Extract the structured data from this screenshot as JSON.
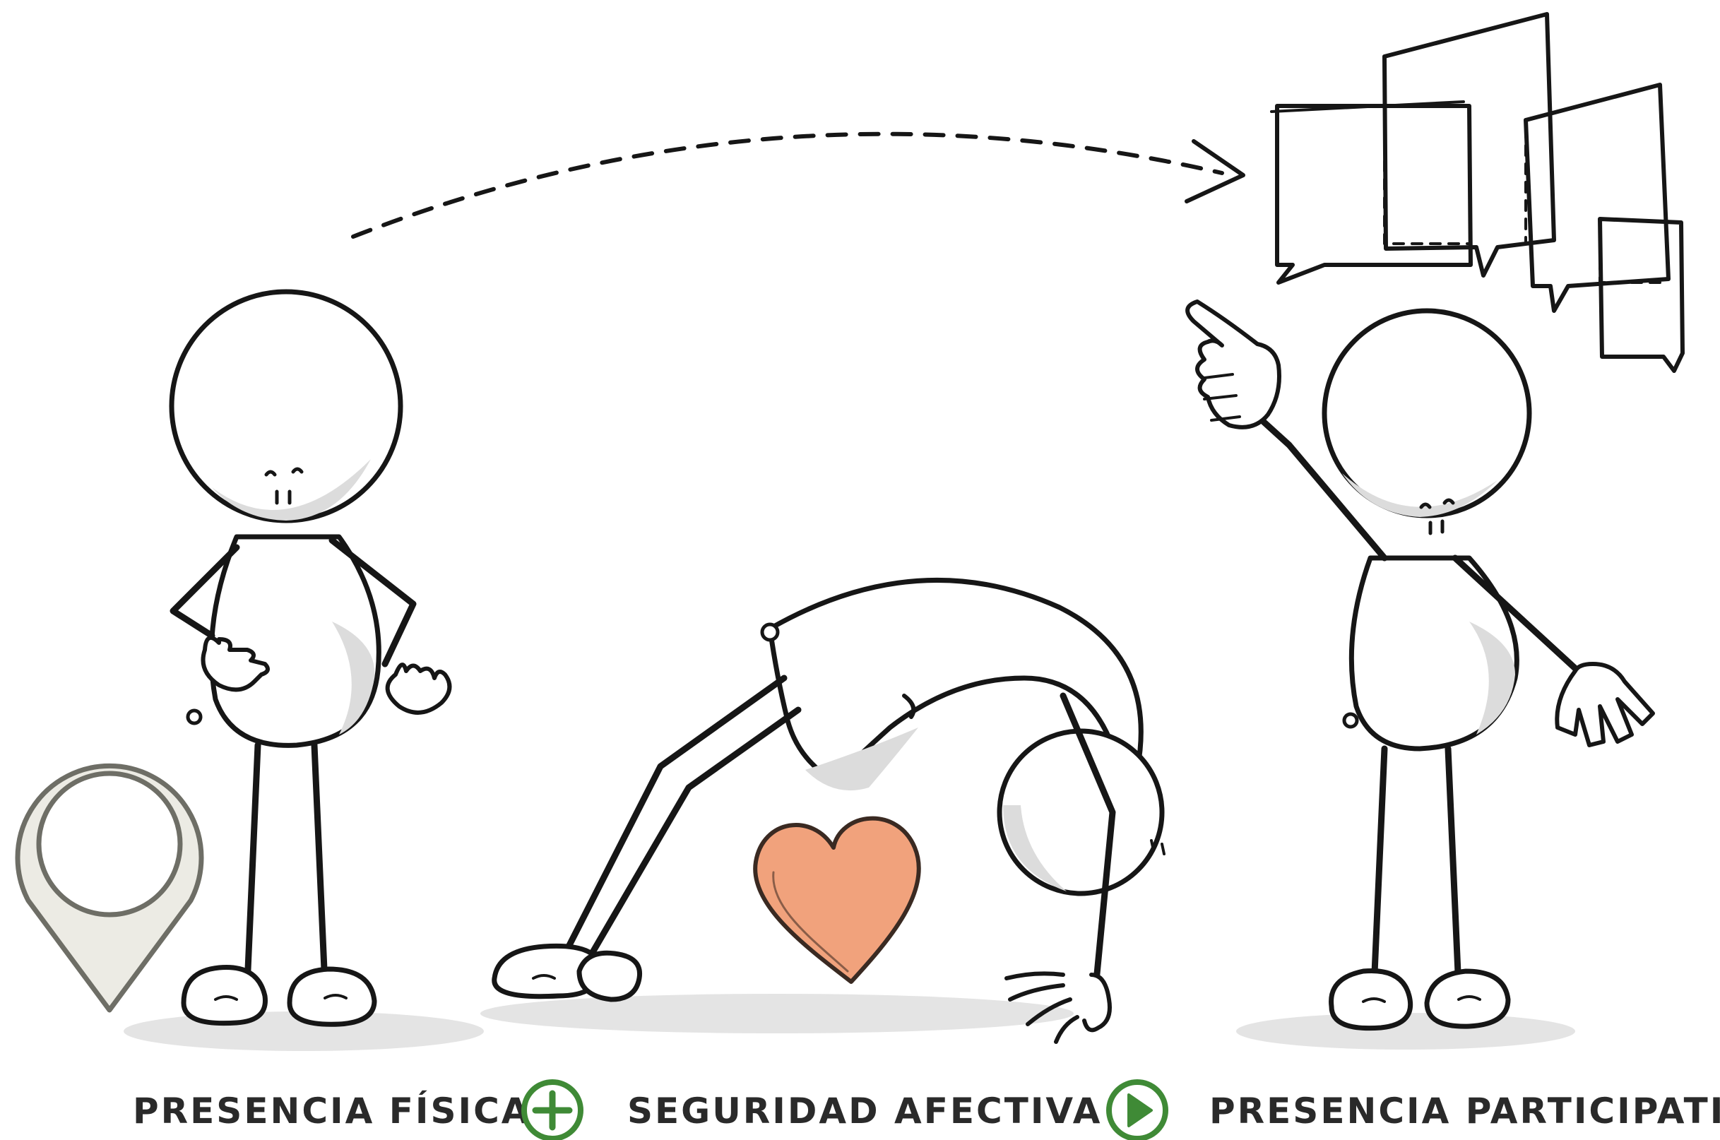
{
  "captions": {
    "stage_1": "PRESENCIA FÍSICA",
    "stage_2": "SEGURIDAD AFECTIVA",
    "stage_3": "PRESENCIA PARTICIPATIVA"
  },
  "icons": {
    "location": "location-pin-icon",
    "connector_1": "plus-circle-icon",
    "connector_2": "play-circle-icon",
    "affection": "heart-icon",
    "dialogue": "speech-bubbles-icon",
    "progress": "dashed-arrow"
  },
  "colors": {
    "ink": "#161616",
    "connector_green": "#3f8a36",
    "heart": "#f1a27c",
    "pin": "#ecebe4"
  }
}
